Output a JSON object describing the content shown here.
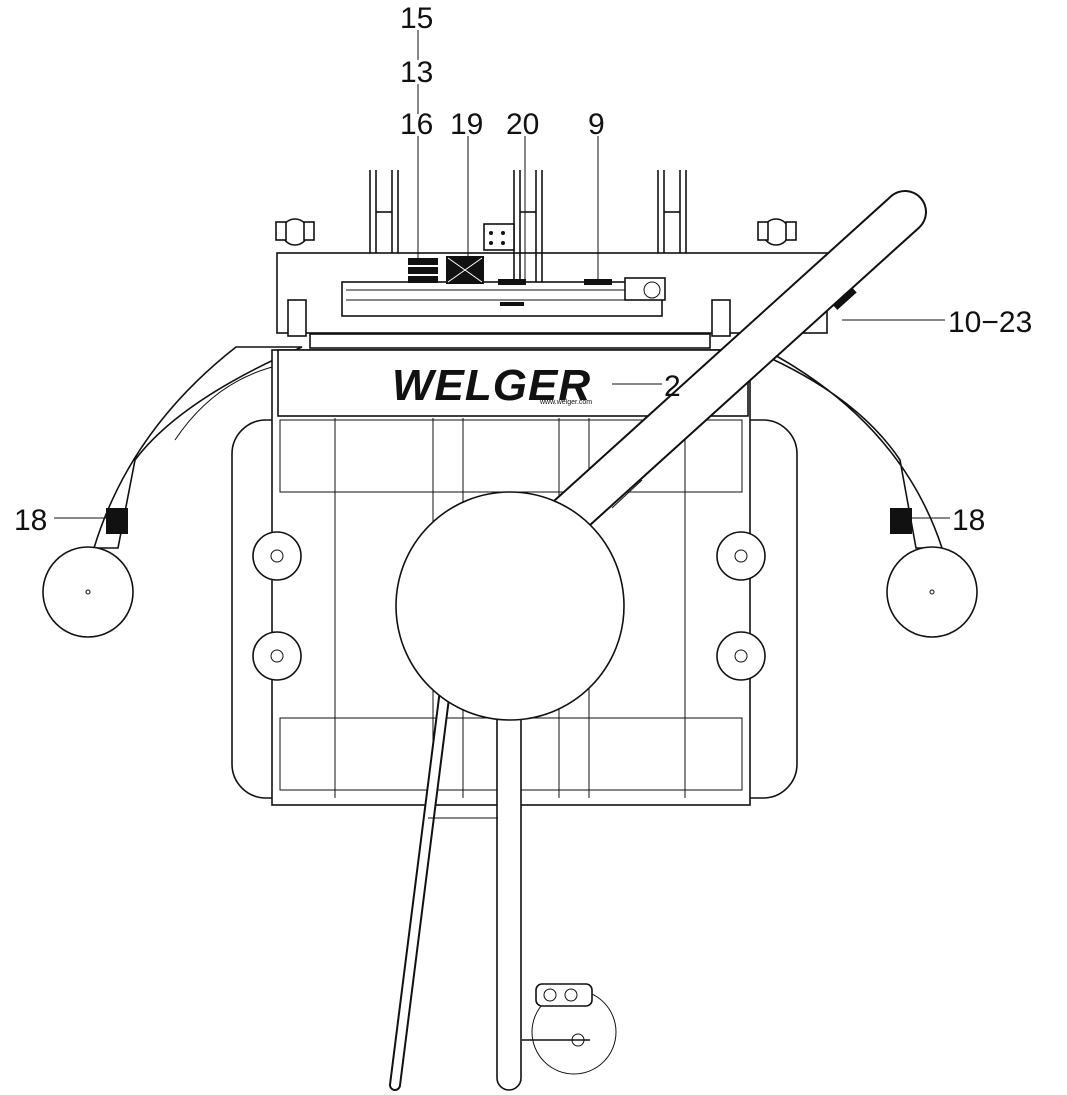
{
  "brand": {
    "logo_text": "WELGER",
    "website": "www.welger.com"
  },
  "callouts": {
    "c15": "15",
    "c13": "13",
    "c16": "16",
    "c19": "19",
    "c20": "20",
    "c9": "9",
    "c10_23": "10−23",
    "c2": "2",
    "c18_left": "18",
    "c18_right": "18"
  },
  "colors": {
    "ink": "#111111",
    "paper": "#ffffff"
  }
}
